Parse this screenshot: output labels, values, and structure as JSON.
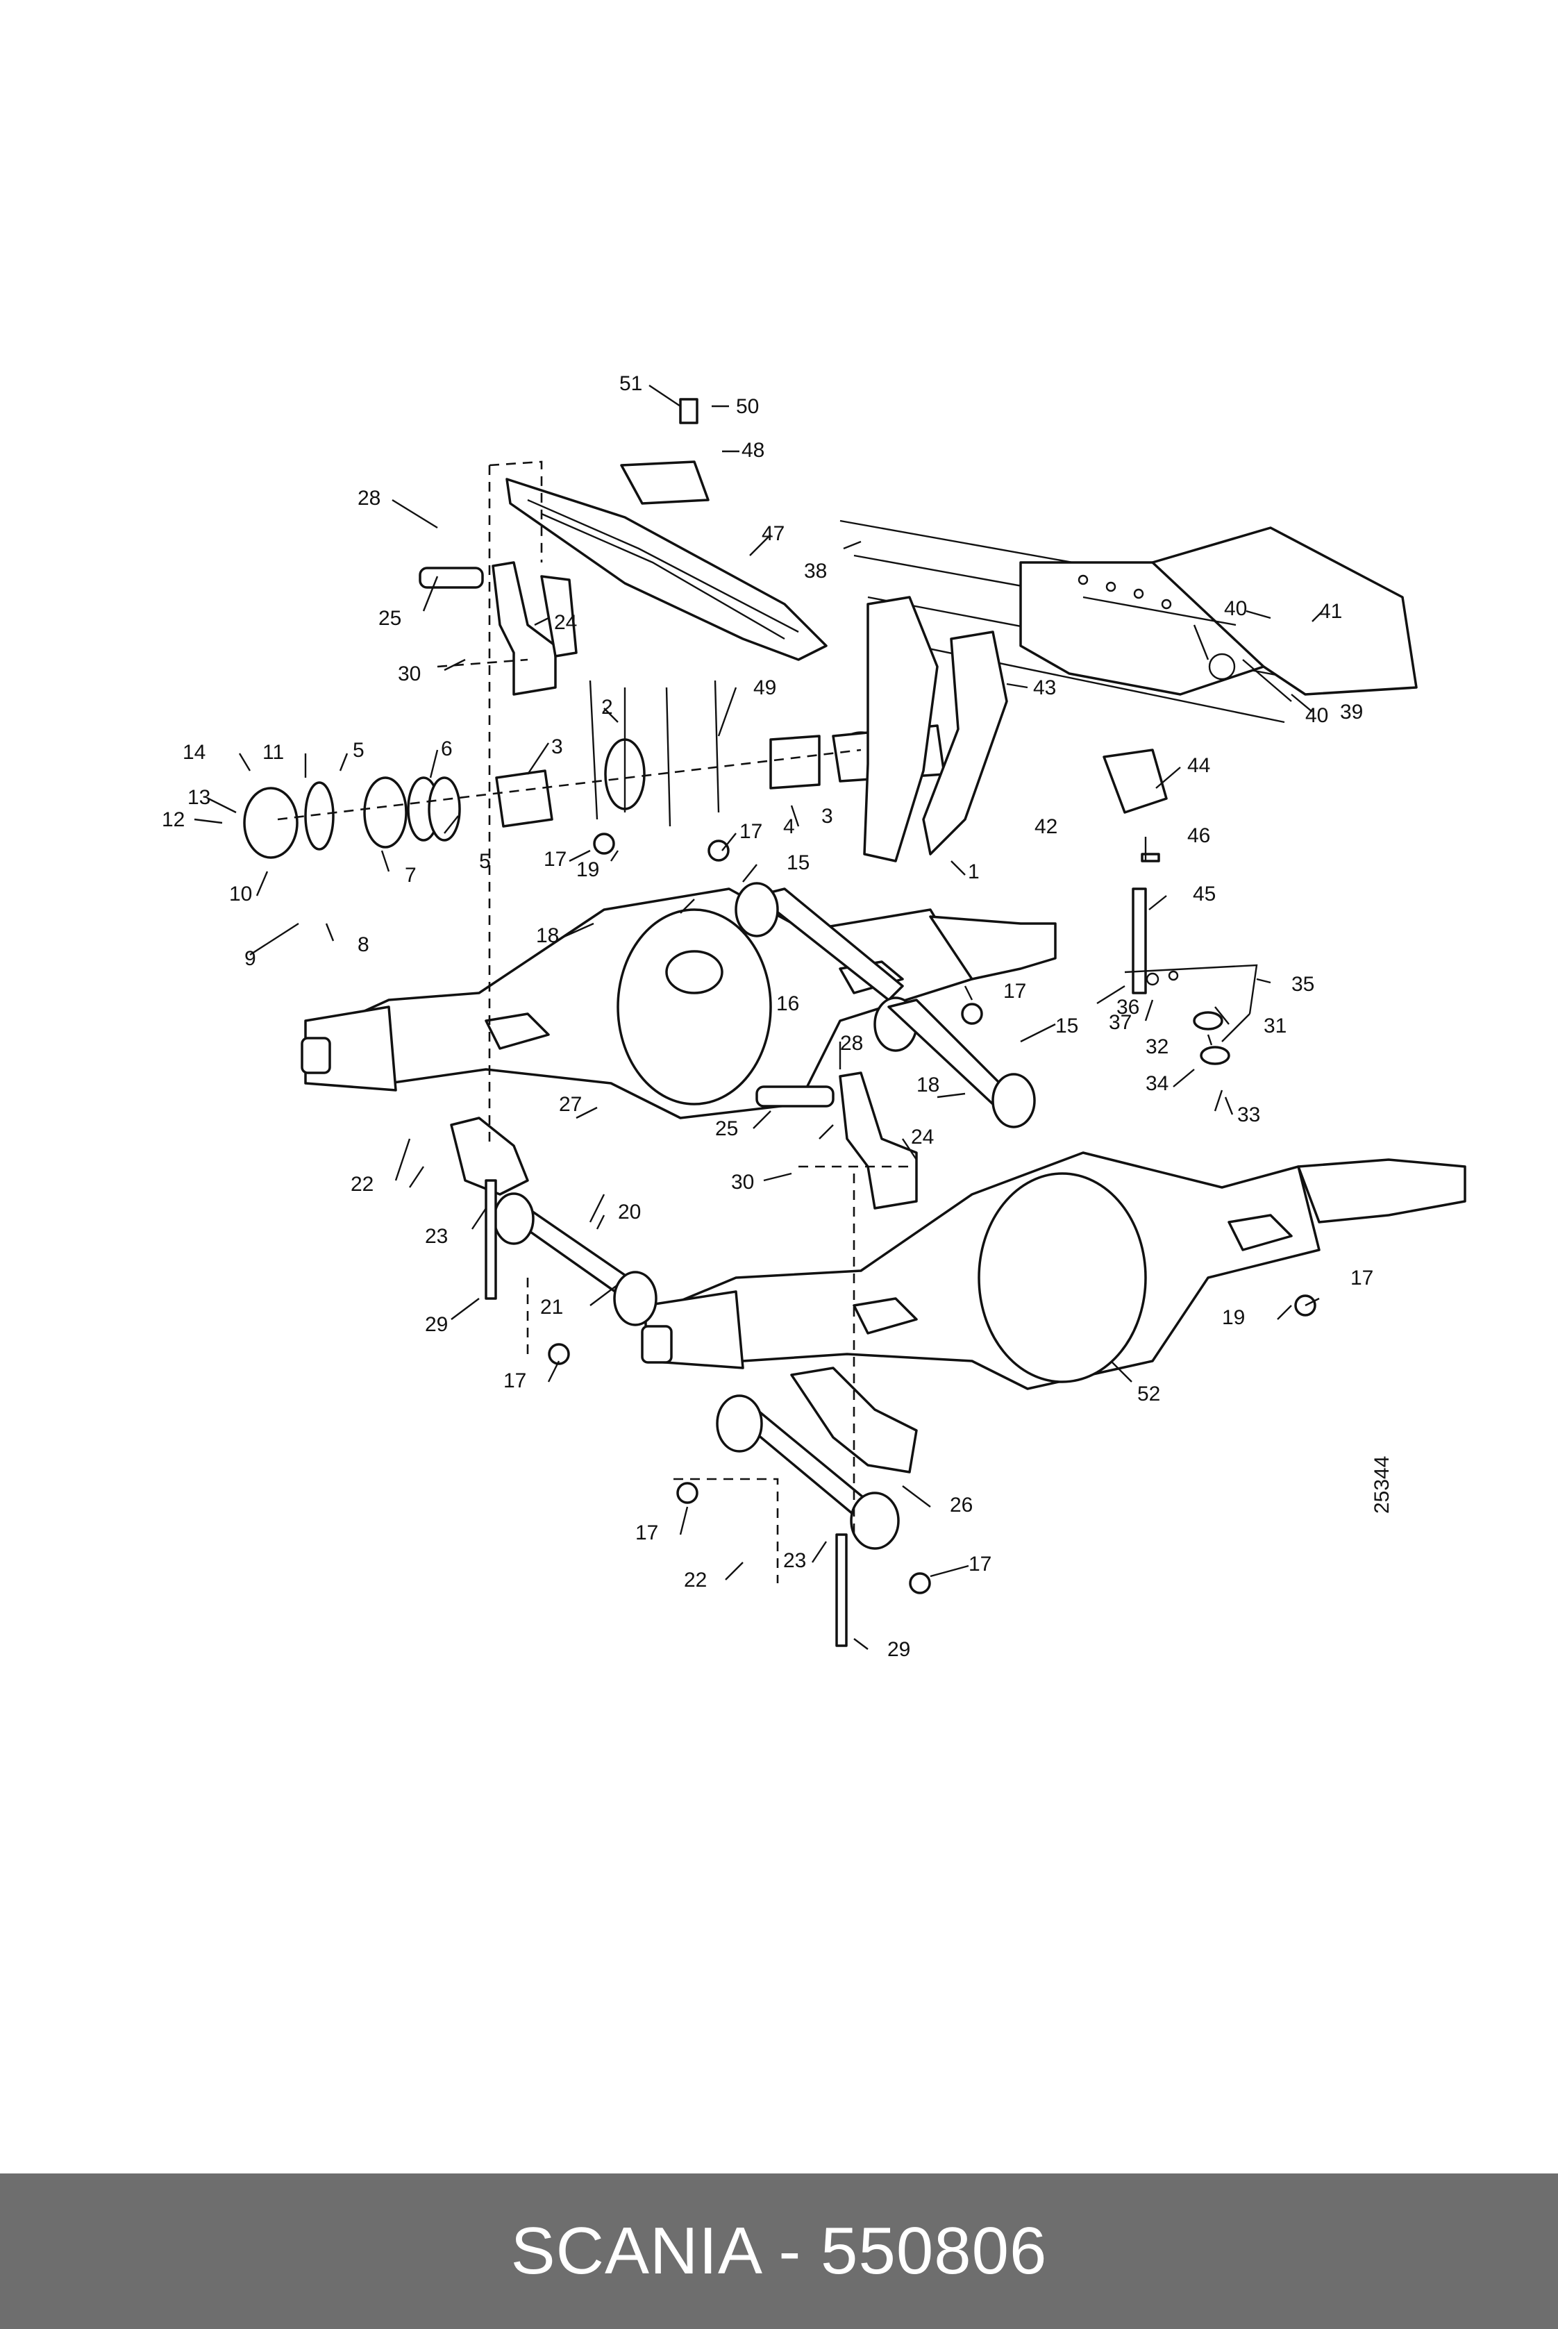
{
  "drawing": {
    "number": "25344",
    "callouts": [
      "51",
      "50",
      "48",
      "28",
      "47",
      "38",
      "25",
      "24",
      "40",
      "41",
      "30",
      "43",
      "40",
      "39",
      "2",
      "49",
      "14",
      "11",
      "5",
      "6",
      "3",
      "44",
      "13",
      "12",
      "5",
      "17",
      "4",
      "3",
      "42",
      "10",
      "17",
      "7",
      "19",
      "15",
      "1",
      "46",
      "9",
      "8",
      "18",
      "45",
      "16",
      "17",
      "15",
      "35",
      "36",
      "37",
      "31",
      "28",
      "32",
      "18",
      "34",
      "25",
      "24",
      "33",
      "27",
      "22",
      "30",
      "20",
      "23",
      "21",
      "19",
      "17",
      "29",
      "17",
      "52",
      "26",
      "17",
      "23",
      "17",
      "22",
      "29"
    ]
  },
  "footer": {
    "label": "SCANIA - 550806",
    "background": "#6e6e6e"
  }
}
